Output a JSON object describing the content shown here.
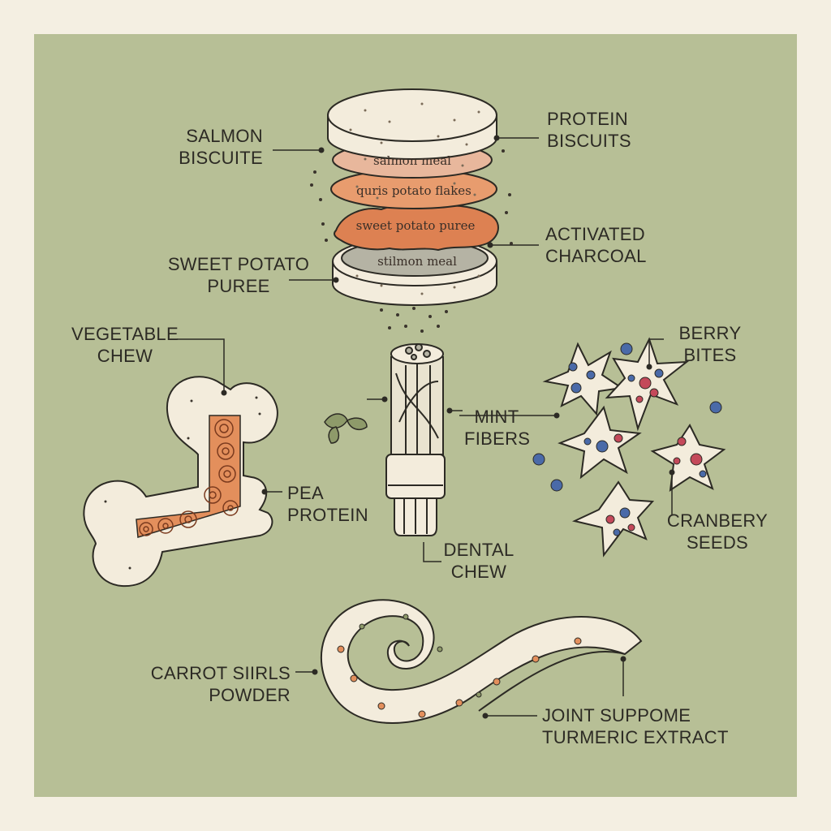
{
  "labels": {
    "salmon_biscuit": [
      "SALMON",
      "BISCUITE"
    ],
    "protein_biscuits": [
      "PROTEIN",
      "BISCUITS"
    ],
    "activated_charcoal": [
      "ACTIVATED",
      "CHARCOAL"
    ],
    "sweet_potato_puree": [
      "SWEET POTATO",
      "PUREE"
    ],
    "vegetable_chew": [
      "VEGETABLE",
      "CHEW"
    ],
    "pea_protein": [
      "PEA",
      "PROTEIN"
    ],
    "mint_fibers": [
      "MINT",
      "FIBERS"
    ],
    "dental_chew": [
      "DENTAL",
      "CHEW"
    ],
    "berry_bites": [
      "BERRY",
      "BITES"
    ],
    "cranberry_seeds": [
      "CRANBERY",
      "SEEDS"
    ],
    "carrot_swirls": [
      "CARROT SIIRLS",
      "POWDER"
    ],
    "joint_support": [
      "JOINT SUPPOME",
      "TURMERIC EXTRACT"
    ]
  },
  "layers": {
    "layer1": "salmon meal",
    "layer2": "quris potato flakes",
    "layer3": "sweet potato puree",
    "layer4": "stilmon meal"
  },
  "colors": {
    "background": "#b7bf96",
    "cream": "#f4efe2",
    "ink": "#2c2a24",
    "salmon": "#e8b79c",
    "orange": "#e38f5c",
    "charcoal": "#b5b3a4",
    "berry_blue": "#4a6aa8",
    "berry_red": "#c4495a"
  }
}
